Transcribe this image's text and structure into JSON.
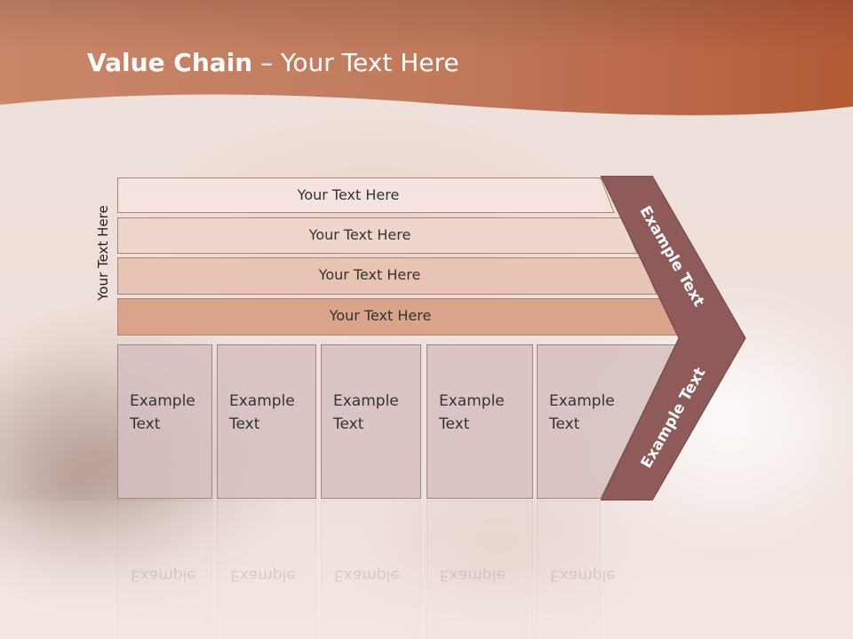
{
  "slide": {
    "title_bold": "Value Chain",
    "title_rest": " – Your Text Here",
    "vertical_label": "Your Text Here"
  },
  "bars": [
    {
      "label": "Your Text Here",
      "fill": "#f5e3df"
    },
    {
      "label": "Your Text Here",
      "fill": "#efd6cd"
    },
    {
      "label": "Your Text Here",
      "fill": "#e8c4b4"
    },
    {
      "label": "Your Text Here",
      "fill": "#d9a48a"
    }
  ],
  "columns": [
    {
      "line1": "Example",
      "line2": "Text"
    },
    {
      "line1": "Example",
      "line2": "Text"
    },
    {
      "line1": "Example",
      "line2": "Text"
    },
    {
      "line1": "Example",
      "line2": "Text"
    },
    {
      "line1": "Example",
      "line2": "Text"
    }
  ],
  "chevron": {
    "upper_label": "Example Text",
    "lower_label": "Example Text",
    "color": "#8f5a5a"
  },
  "colors": {
    "header_band": "#b86a4c",
    "column_fill": "#d6c0c0",
    "column_border": "#a08585"
  }
}
